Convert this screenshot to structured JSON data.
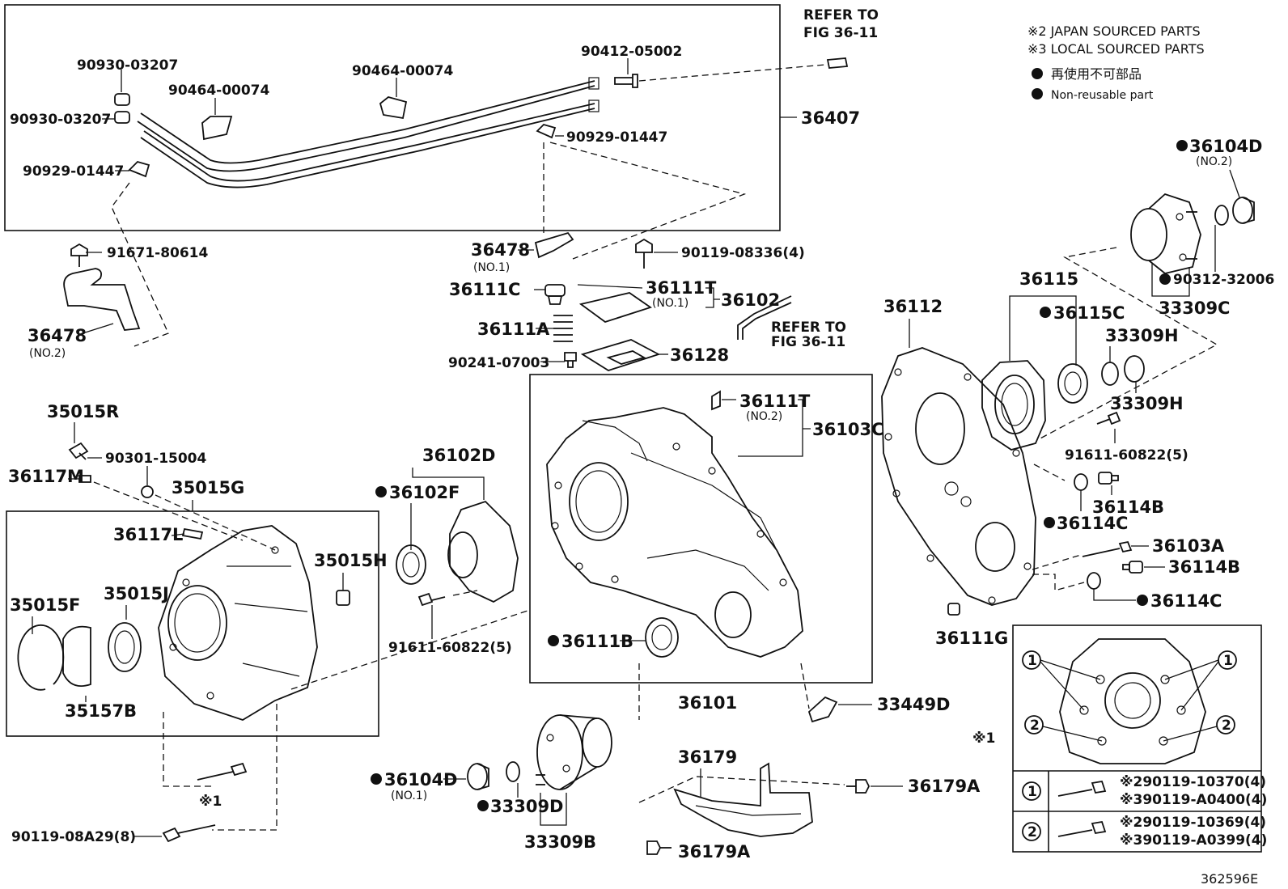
{
  "notes": {
    "japan": "※2 JAPAN SOURCED PARTS",
    "local": "※3 LOCAL SOURCED PARTS",
    "nonreusable_jp": "再使用不可部品",
    "nonreusable_en": "Non-reusable part"
  },
  "refs": {
    "ref_top_1": "REFER TO",
    "ref_top_2": "FIG 36-11",
    "ref_mid_1": "REFER TO",
    "ref_mid_2": "FIG 36-11"
  },
  "labels": {
    "l_90930_1": "90930-03207",
    "l_90930_2": "90930-03207",
    "l_90464_1": "90464-00074",
    "l_90464_2": "90464-00074",
    "l_90412": "90412-05002",
    "l_36407": "36407",
    "l_90929_1": "90929-01447",
    "l_90929_2": "90929-01447",
    "l_91671": "91671-80614",
    "l_36478_2": "36478",
    "l_36478_2_sub": "(NO.2)",
    "l_36478_1": "36478",
    "l_36478_1_sub": "(NO.1)",
    "l_90119_083": "90119-08336(4)",
    "l_36111C": "36111C",
    "l_36111T_1": "36111T",
    "l_36111T_1_sub": "(NO.1)",
    "l_36102": "36102",
    "l_36111A": "36111A",
    "l_90241": "90241-07003",
    "l_36128": "36128",
    "l_36111T_2": "36111T",
    "l_36111T_2_sub": "(NO.2)",
    "l_36103C": "36103C",
    "l_35015R": "35015R",
    "l_90301": "90301-15004",
    "l_36117M": "36117M",
    "l_35015G": "35015G",
    "l_36102D": "36102D",
    "l_36102F": "36102F",
    "l_36117L": "36117L",
    "l_35015H": "35015H",
    "l_35015F": "35015F",
    "l_35015J": "35015J",
    "l_35157B": "35157B",
    "l_91611_a": "91611-60822(5)",
    "l_36111B": "36111B",
    "l_36101": "36101",
    "l_33449D": "33449D",
    "l_36179": "36179",
    "l_36179A_1": "36179A",
    "l_36179A_2": "36179A",
    "l_36104D_1": "36104D",
    "l_36104D_1_sub": "(NO.1)",
    "l_33309D": "33309D",
    "l_33309B": "33309B",
    "l_x1_a": "※1",
    "l_90119_08A29": "90119-08A29(8)",
    "l_36104D_2": "36104D",
    "l_36104D_2_sub": "(NO.2)",
    "l_90312": "90312-32006",
    "l_33309C": "33309C",
    "l_36115": "36115",
    "l_36115C": "36115C",
    "l_33309H_1": "33309H",
    "l_33309H_2": "33309H",
    "l_36112": "36112",
    "l_91611_b": "91611-60822(5)",
    "l_36114B_1": "36114B",
    "l_36114C_1": "36114C",
    "l_36103A": "36103A",
    "l_36114B_2": "36114B",
    "l_36114C_2": "36114C",
    "l_36111G": "36111G",
    "l_x1_b": "※1",
    "bolt_table_1a": "※290119-10370(4)",
    "bolt_table_1b": "※390119-A0400(4)",
    "bolt_table_2a": "※290119-10369(4)",
    "bolt_table_2b": "※390119-A0399(4)",
    "circ_1": "1",
    "circ_2": "2",
    "figure_id": "362596E"
  }
}
